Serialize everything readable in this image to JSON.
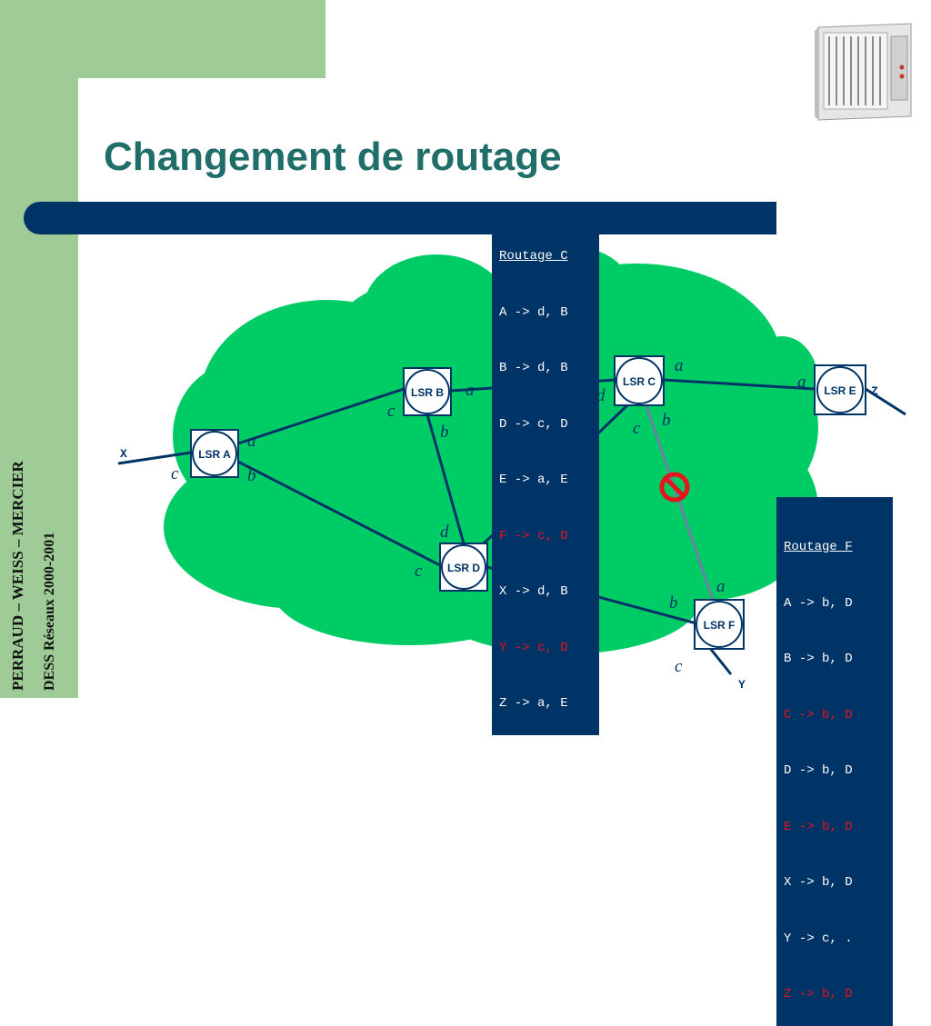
{
  "title": "Changement de routage",
  "side_text": {
    "line1": "PERRAUD – WEISS – MERCIER",
    "line2": "DESS Réseaux 2000-2001"
  },
  "image": {
    "icon": "network-rack-icon"
  },
  "colors": {
    "green": "#00cc66",
    "navy": "#003366",
    "title": "#1f6e6a",
    "red": "#e8131b",
    "broken_link": "#6b7fa6"
  },
  "nodes": {
    "lsr_a": "LSR A",
    "lsr_b": "LSR B",
    "lsr_c": "LSR C",
    "lsr_d": "LSR D",
    "lsr_e": "LSR E",
    "lsr_f": "LSR F"
  },
  "endpoints": {
    "x": "X",
    "y": "Y",
    "z": "Z"
  },
  "port_labels": [
    "a",
    "b",
    "c",
    "d"
  ],
  "routing_c": {
    "header": "Routage C",
    "rows": [
      {
        "text": "A -> d, B",
        "highlight": false
      },
      {
        "text": "B -> d, B",
        "highlight": false
      },
      {
        "text": "D -> c, D",
        "highlight": false
      },
      {
        "text": "E -> a, E",
        "highlight": false
      },
      {
        "text": "F -> c, D",
        "highlight": true
      },
      {
        "text": "X -> d, B",
        "highlight": false
      },
      {
        "text": "Y -> c, D",
        "highlight": true
      },
      {
        "text": "Z -> a, E",
        "highlight": false
      }
    ]
  },
  "routing_f": {
    "header": "Routage F",
    "rows": [
      {
        "text": "A -> b, D",
        "highlight": false
      },
      {
        "text": "B -> b, D",
        "highlight": false
      },
      {
        "text": "C -> b, D",
        "highlight": true
      },
      {
        "text": "D -> b, D",
        "highlight": false
      },
      {
        "text": "E -> b, D",
        "highlight": true
      },
      {
        "text": "X -> b, D",
        "highlight": false
      },
      {
        "text": "Y -> c, .",
        "highlight": false
      },
      {
        "text": "Z -> b, D",
        "highlight": true
      }
    ]
  },
  "broken_link_icon": "no-entry-icon"
}
